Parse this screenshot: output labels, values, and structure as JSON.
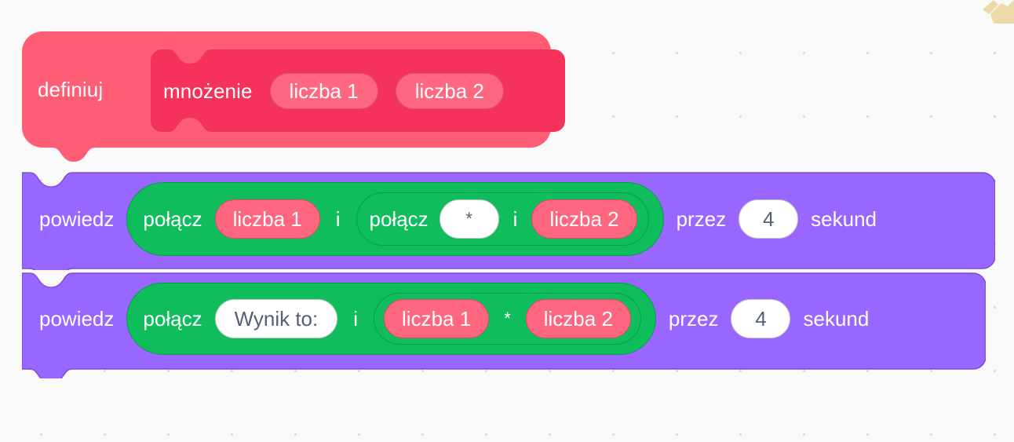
{
  "workspace": {
    "background_color": "#F9F9F9",
    "grid_dot_color": "#D9D9D9",
    "corner_sprite_name": "partial-sprite-decoration"
  },
  "palette": {
    "define_outer": "#FF5C76",
    "define_prototype": "#F4325A",
    "argument_pink": "#FF6680",
    "motion_purple": "#9966FF",
    "operator_green": "#0FBD5D",
    "input_white": "#FFFFFF",
    "input_text": "#575E75"
  },
  "script": {
    "define_block": {
      "keyword": "definiuj",
      "procedure_name": "mnożenie",
      "arguments": [
        {
          "label": "liczba 1"
        },
        {
          "label": "liczba 2"
        }
      ]
    },
    "say_blocks": [
      {
        "verb": "powiedz",
        "join_outer": {
          "label": "połącz",
          "connector": "i",
          "first": {
            "kind": "variable",
            "label": "liczba 1"
          },
          "second": {
            "kind": "join",
            "label": "połącz",
            "connector": "i",
            "first": {
              "kind": "text",
              "label": "*"
            },
            "second": {
              "kind": "variable",
              "label": "liczba 2"
            }
          }
        },
        "duration_word": "przez",
        "duration_value": "4",
        "unit_word": "sekund"
      },
      {
        "verb": "powiedz",
        "join_outer": {
          "label": "połącz",
          "connector": "i",
          "first": {
            "kind": "text",
            "label": "Wynik to:"
          },
          "second": {
            "kind": "multiply",
            "operator": "*",
            "first": {
              "kind": "variable",
              "label": "liczba 1"
            },
            "second": {
              "kind": "variable",
              "label": "liczba 2"
            }
          }
        },
        "duration_word": "przez",
        "duration_value": "4",
        "unit_word": "sekund"
      }
    ]
  }
}
